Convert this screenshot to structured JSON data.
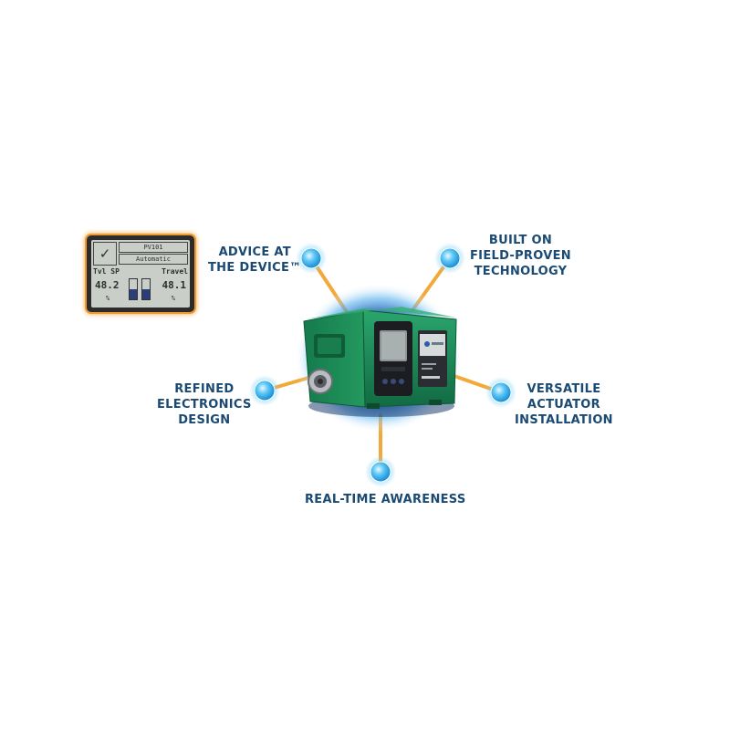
{
  "callouts": {
    "advice": {
      "line1": "ADVICE AT",
      "line2": "THE DEVICE™"
    },
    "field_proven": {
      "line1": "BUILT ON",
      "line2": "FIELD-PROVEN",
      "line3": "TECHNOLOGY"
    },
    "electronics": {
      "line1": "REFINED",
      "line2": "ELECTRONICS",
      "line3": "DESIGN"
    },
    "actuator": {
      "line1": "VERSATILE",
      "line2": "ACTUATOR",
      "line3": "INSTALLATION"
    },
    "realtime": {
      "line1": "REAL-TIME AWARENESS"
    }
  },
  "lcd": {
    "check_symbol": "✓",
    "tag": "PV101",
    "mode": "Automatic",
    "left_label": "Tvl SP",
    "left_value": "48.2",
    "left_unit": "%",
    "right_label": "Travel",
    "right_value": "48.1",
    "right_unit": "%",
    "left_bar_fraction": 0.482,
    "right_bar_fraction": 0.481
  },
  "colors": {
    "label_text": "#1a4a73",
    "connector": "#f2a93b",
    "node_glow": "#29a9e8",
    "device_body": "#1f8a5b",
    "halo": "#1c4fa0",
    "lcd_border": "#e8902a"
  }
}
